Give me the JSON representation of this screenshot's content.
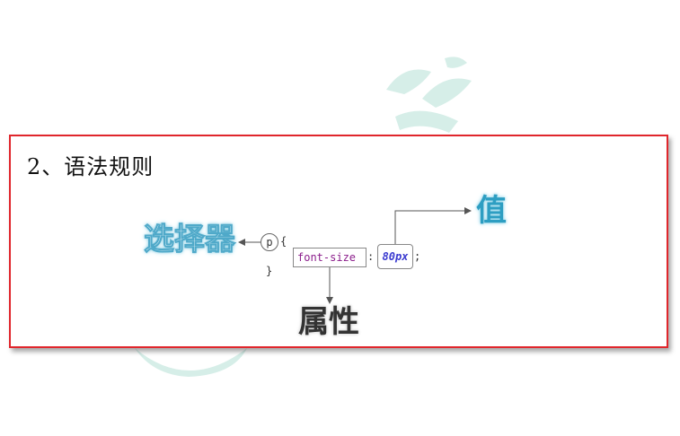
{
  "heading": "2、语法规则",
  "labels": {
    "selector": "选择器",
    "value": "值",
    "property": "属性"
  },
  "code": {
    "selector": "p",
    "open_brace": "{",
    "close_brace": "}",
    "property": "font-size",
    "colon": ":",
    "value": "80px",
    "semicolon": ";"
  },
  "colors": {
    "border": "#e0262c",
    "selector_label": "#4fa9c9",
    "value_label": "#2d9ec2",
    "property_label": "#333333",
    "property_code": "#8b1d8b",
    "value_code": "#3b3bd0",
    "watermark": "#d6eee8"
  }
}
